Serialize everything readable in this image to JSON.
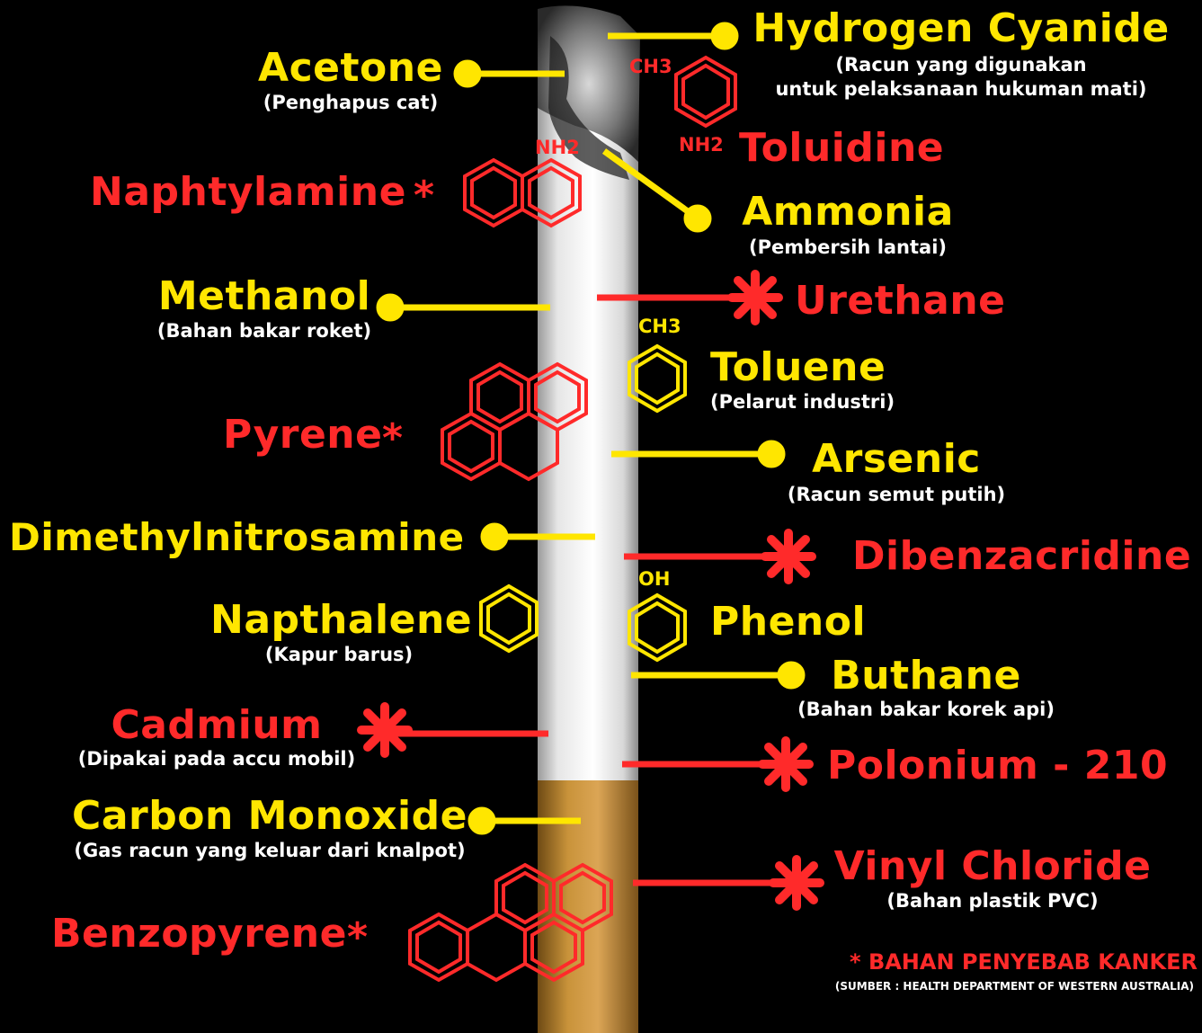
{
  "colors": {
    "background": "#000000",
    "toxic": "#ffe600",
    "carcinogen": "#ff2a2a",
    "note": "#ffffff"
  },
  "chemicals": {
    "hydrogen_cyanide": {
      "name": "Hydrogen Cyanide",
      "note_line1": "(Racun yang digunakan",
      "note_line2": "untuk pelaksanaan hukuman mati)"
    },
    "acetone": {
      "name": "Acetone",
      "note": "(Penghapus cat)"
    },
    "toluidine": {
      "name": "Toluidine",
      "formula_top": "CH3",
      "formula_bottom": "NH2"
    },
    "naphtylamine": {
      "name": "Naphtylamine",
      "formula": "NH2"
    },
    "ammonia": {
      "name": "Ammonia",
      "note": "(Pembersih lantai)"
    },
    "methanol": {
      "name": "Methanol",
      "note": "(Bahan bakar roket)"
    },
    "urethane": {
      "name": "Urethane"
    },
    "toluene": {
      "name": "Toluene",
      "note": "(Pelarut industri)",
      "formula": "CH3"
    },
    "pyrene": {
      "name": "Pyrene"
    },
    "arsenic": {
      "name": "Arsenic",
      "note": "(Racun semut putih)"
    },
    "dimethylnitrosamine": {
      "name": "Dimethylnitrosamine"
    },
    "dibenzacridine": {
      "name": "Dibenzacridine"
    },
    "napthalene": {
      "name": "Napthalene",
      "note": "(Kapur barus)"
    },
    "phenol": {
      "name": "Phenol",
      "formula": "OH"
    },
    "buthane": {
      "name": "Buthane",
      "note": "(Bahan bakar korek api)"
    },
    "cadmium": {
      "name": "Cadmium",
      "note": "(Dipakai pada accu mobil)"
    },
    "polonium": {
      "name": "Polonium - 210"
    },
    "carbon_monoxide": {
      "name": "Carbon Monoxide",
      "note": "(Gas racun yang keluar dari knalpot)"
    },
    "vinyl_chloride": {
      "name": "Vinyl Chloride",
      "note": "(Bahan plastik PVC)"
    },
    "benzopyrene": {
      "name": "Benzopyrene"
    }
  },
  "legend": {
    "asterisk": "*",
    "text": "BAHAN PENYEBAB KANKER",
    "source": "(SUMBER : HEALTH DEPARTMENT OF WESTERN AUSTRALIA)"
  }
}
